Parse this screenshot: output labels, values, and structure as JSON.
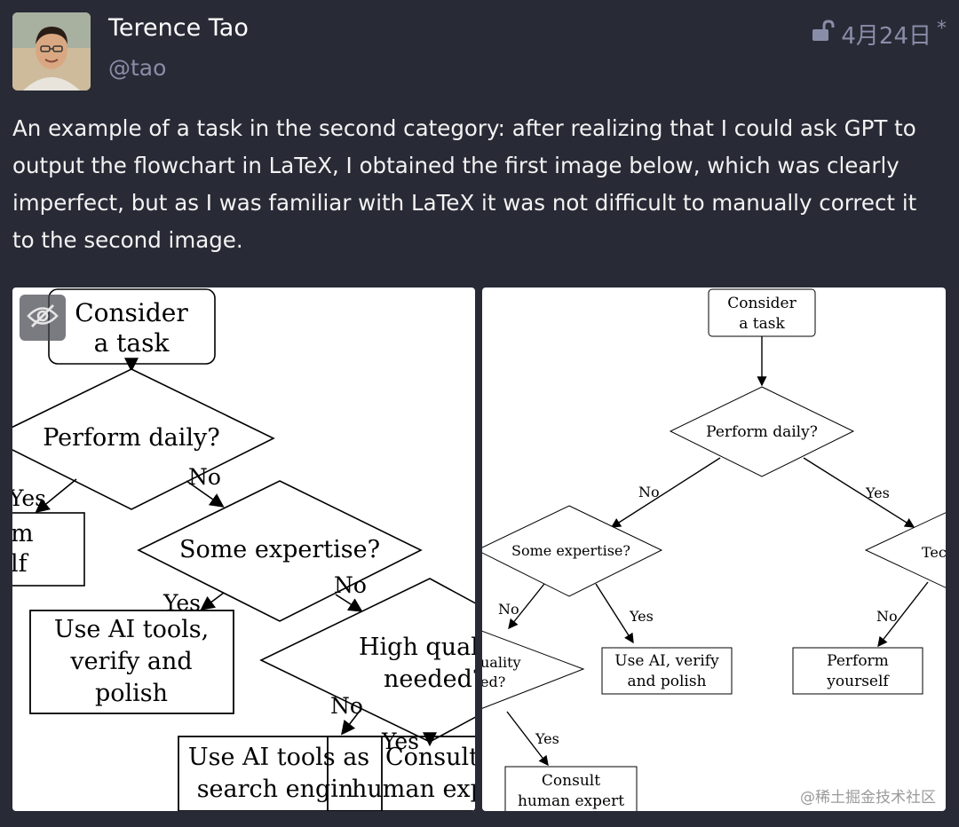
{
  "post": {
    "author": {
      "display_name": "Terence Tao",
      "handle": "@tao"
    },
    "date": "4月24日",
    "visibility_icon": "unlock-icon",
    "text": "An example of a task in the second category: after realizing that I could ask GPT to output the flowchart in LaTeX, I obtained the first image below, which was clearly imperfect, but as I was familiar with LaTeX it was not difficult to manually correct it to the second image."
  },
  "attachments": {
    "hide_icon": "eye-slash-icon",
    "image1": {
      "consider_line1": "Consider",
      "consider_line2": "a task",
      "perform_daily": "Perform daily?",
      "yes_left": "Yes",
      "no_left": "No",
      "perform_frag1": "m",
      "perform_frag2": "lf",
      "some_expertise": "Some expertise?",
      "yes_expert": "Yes",
      "no_expert": "No",
      "use_ai_line1": "Use AI tools,",
      "use_ai_line2": "verify and",
      "use_ai_line3": "polish",
      "high_quality_line1": "High quali",
      "high_quality_line2": "needed?",
      "no_quality": "No",
      "yes_quality": "Yes",
      "search_line1": "Use AI tools as",
      "search_line2": "search engin",
      "consult_line1": "Consult",
      "consult_line2": "human exp"
    },
    "image2": {
      "consider_line1": "Consider",
      "consider_line2": "a task",
      "perform_daily": "Perform daily?",
      "no_label": "No",
      "yes_label": "Yes",
      "some_expertise": "Some expertise?",
      "tec_frag": "Tec",
      "no_expert": "No",
      "yes_expert": "Yes",
      "no_right": "No",
      "quality_frag1": "uality",
      "quality_frag2": "ed?",
      "use_ai_line1": "Use AI, verify",
      "use_ai_line2": "and polish",
      "perform_line1": "Perform",
      "perform_line2": "yourself",
      "yes_consult": "Yes",
      "consult_line1": "Consult",
      "consult_line2": "human expert"
    },
    "watermark": "@稀土掘金技术社区"
  }
}
